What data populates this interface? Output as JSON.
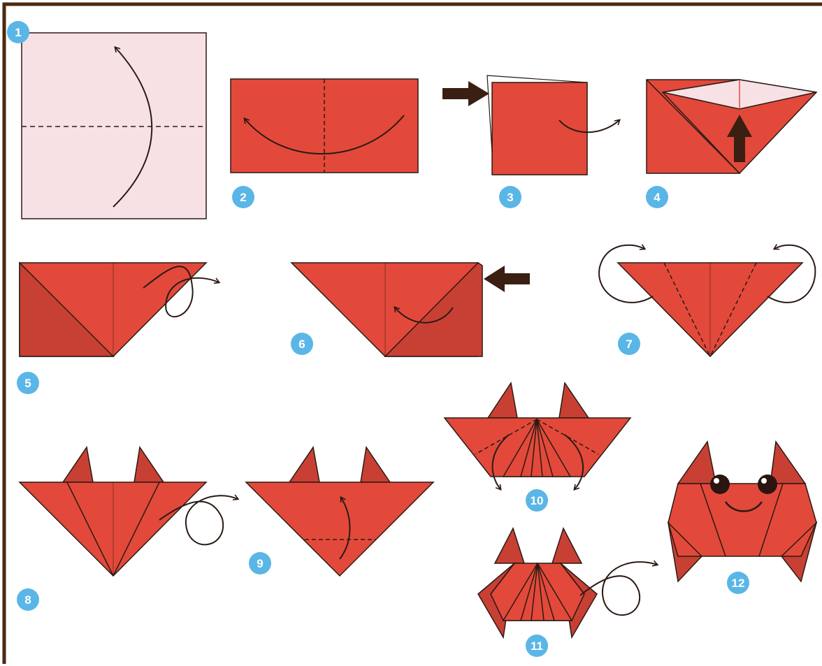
{
  "colors": {
    "border": "#4a2a12",
    "paper_front": "#e2493a",
    "paper_shade": "#c84034",
    "paper_back": "#f7e1e5",
    "line": "#2a1a14",
    "push_arrow": "#3a1f12",
    "badge": "#5ab6e6",
    "badge_text": "#ffffff"
  },
  "steps": [
    {
      "number": "1",
      "content": "square paper, fold in half upward"
    },
    {
      "number": "2",
      "content": "fold rectangle in half"
    },
    {
      "number": "3",
      "content": "push corner, turn over"
    },
    {
      "number": "4",
      "content": "open pocket upward"
    },
    {
      "number": "5",
      "content": "turn over"
    },
    {
      "number": "6",
      "content": "push and fold"
    },
    {
      "number": "7",
      "content": "fold sides back"
    },
    {
      "number": "8",
      "content": "turn over"
    },
    {
      "number": "9",
      "content": "fold bottom tip up"
    },
    {
      "number": "10",
      "content": "fold flaps down"
    },
    {
      "number": "11",
      "content": "turn over"
    },
    {
      "number": "12",
      "content": "finished crab"
    }
  ]
}
